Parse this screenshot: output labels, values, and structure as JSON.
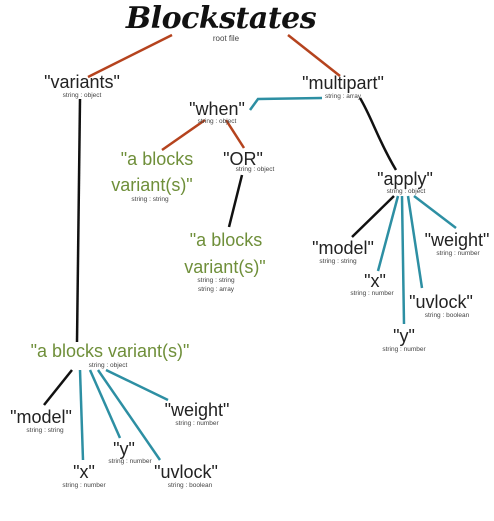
{
  "title": "Blockstates",
  "subtitle": "root file",
  "colors": {
    "red": "#b5431e",
    "teal": "#2d8fa3",
    "black": "#111111",
    "green": "#6f8f3a"
  },
  "nodes": {
    "variants": {
      "label": "\"variants\"",
      "type": "string : object"
    },
    "multipart": {
      "label": "\"multipart\"",
      "type": "string : array"
    },
    "when": {
      "label": "\"when\"",
      "type": "string : object"
    },
    "when_variant_line1": "\"a blocks",
    "when_variant_line2": "variant(s)\"",
    "when_variant_type": "string : string",
    "or": {
      "label": "\"OR\"",
      "type": "string : object"
    },
    "or_variant_line1": "\"a blocks",
    "or_variant_line2": "variant(s)\"",
    "or_variant_type1": "string : string",
    "or_variant_type2": "string : array",
    "apply": {
      "label": "\"apply\"",
      "type": "string : object"
    },
    "apply_model": {
      "label": "\"model\"",
      "type": "string : string"
    },
    "apply_x": {
      "label": "\"x\"",
      "type": "string : number"
    },
    "apply_y": {
      "label": "\"y\"",
      "type": "string : number"
    },
    "apply_uvlock": {
      "label": "\"uvlock\"",
      "type": "string : boolean"
    },
    "apply_weight": {
      "label": "\"weight\"",
      "type": "string : number"
    },
    "variant_obj": {
      "label": "\"a blocks variant(s)\"",
      "type": "string : object"
    },
    "v_model": {
      "label": "\"model\"",
      "type": "string : string"
    },
    "v_x": {
      "label": "\"x\"",
      "type": "string : number"
    },
    "v_y": {
      "label": "\"y\"",
      "type": "string : number"
    },
    "v_uvlock": {
      "label": "\"uvlock\"",
      "type": "string : boolean"
    },
    "v_weight": {
      "label": "\"weight\"",
      "type": "string : number"
    }
  }
}
